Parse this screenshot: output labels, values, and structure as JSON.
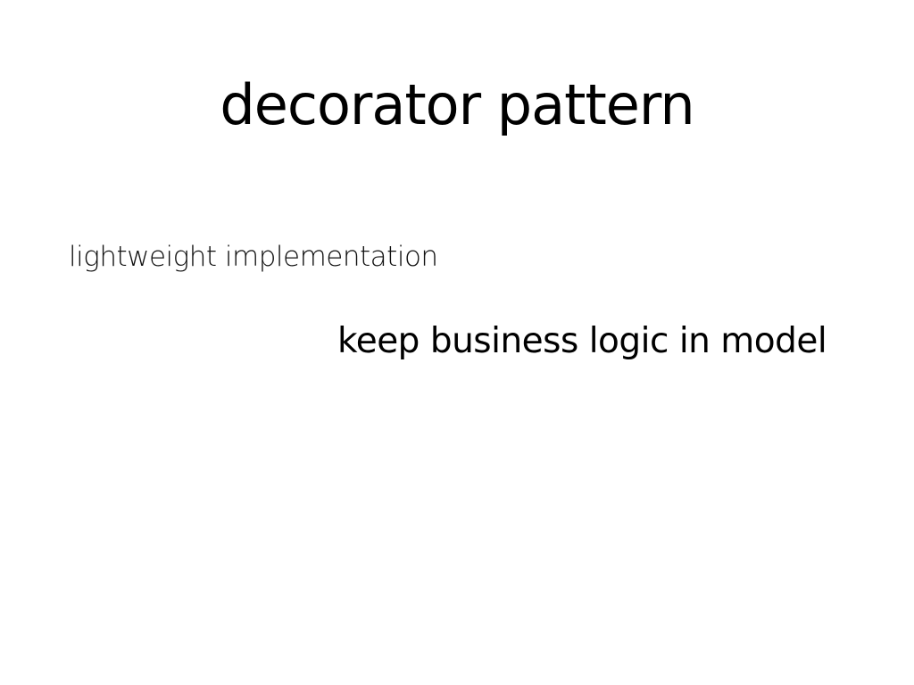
{
  "slide": {
    "title": "decorator pattern",
    "points": [
      "lightweight implementation",
      "keep business logic in model"
    ]
  }
}
